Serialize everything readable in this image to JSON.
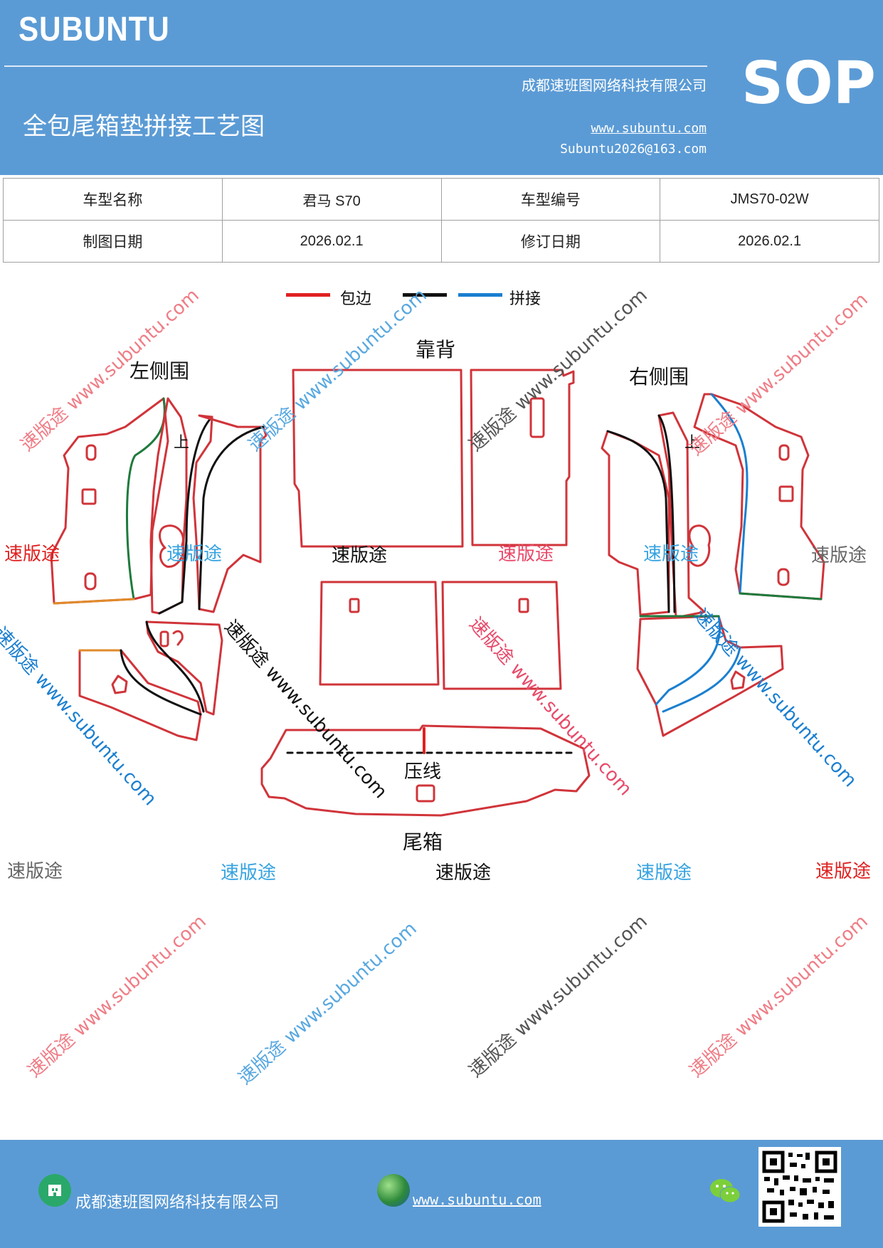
{
  "header": {
    "brand": "SUBUNTU",
    "badge": "SOP",
    "company": "成都速班图网络科技有限公司",
    "title": "全包尾箱垫拼接工艺图",
    "website": "www.subuntu.com",
    "email": "Subuntu2026@163.com"
  },
  "info_table": {
    "r1": {
      "k1": "车型名称",
      "v1": "君马 S70",
      "k2": "车型编号",
      "v2": "JMS70-02W"
    },
    "r2": {
      "k1": "制图日期",
      "v1": "2026.02.1",
      "k2": "修订日期",
      "v2": "2026.02.1"
    }
  },
  "legend": {
    "red": "包边",
    "blue": "拼接",
    "red_color": "#e02020",
    "black_color": "#111111",
    "blue_color": "#1a7fd0"
  },
  "parts": {
    "backrest": "靠背",
    "left_side": "左侧围",
    "right_side": "右侧围",
    "trunk": "尾箱",
    "crease": "压线",
    "marker_up": "上"
  },
  "watermarks": {
    "brand_cn": "速版途",
    "diag": "速版途 www.subuntu.com"
  },
  "footer": {
    "company": "成都速班图网络科技有限公司",
    "website": "www.subuntu.com "
  },
  "colors": {
    "header_bg": "#5b9bd5",
    "outline_red": "#d0343a",
    "seam_green": "#1e7a3c",
    "seam_orange": "#e08a2a"
  }
}
